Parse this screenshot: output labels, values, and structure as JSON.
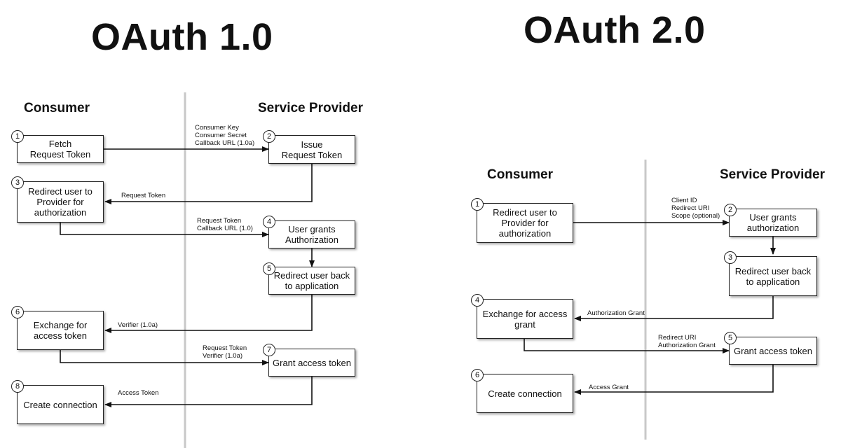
{
  "oauth1": {
    "title": "OAuth 1.0",
    "consumer_label": "Consumer",
    "provider_label": "Service Provider",
    "steps": [
      {
        "num": "1",
        "text": "Fetch\nRequest Token"
      },
      {
        "num": "2",
        "text": "Issue\nRequest Token"
      },
      {
        "num": "3",
        "text": "Redirect user to\nProvider for\nauthorization"
      },
      {
        "num": "4",
        "text": "User grants\nAuthorization"
      },
      {
        "num": "5",
        "text": "Redirect user back\nto application"
      },
      {
        "num": "6",
        "text": "Exchange for\naccess token"
      },
      {
        "num": "7",
        "text": "Grant access token"
      },
      {
        "num": "8",
        "text": "Create connection"
      }
    ],
    "arrow_labels": [
      "Consumer Key\nConsumer Secret\nCallback URL (1.0a)",
      "Request Token",
      "Request Token\nCallback URL (1.0)",
      "Verifier (1.0a)",
      "Request Token\nVerifier (1.0a)",
      "Access Token"
    ]
  },
  "oauth2": {
    "title": "OAuth 2.0",
    "consumer_label": "Consumer",
    "provider_label": "Service Provider",
    "steps": [
      {
        "num": "1",
        "text": "Redirect user to\nProvider for\nauthorization"
      },
      {
        "num": "2",
        "text": "User grants\nauthorization"
      },
      {
        "num": "3",
        "text": "Redirect user back\nto application"
      },
      {
        "num": "4",
        "text": "Exchange for access\ngrant"
      },
      {
        "num": "5",
        "text": "Grant access token"
      },
      {
        "num": "6",
        "text": "Create connection"
      }
    ],
    "arrow_labels": [
      "Client ID\nRedirect URI\nScope (optional)",
      "Authorization Grant",
      "Redirect URI\nAuthorization Grant",
      "Access Grant"
    ]
  }
}
